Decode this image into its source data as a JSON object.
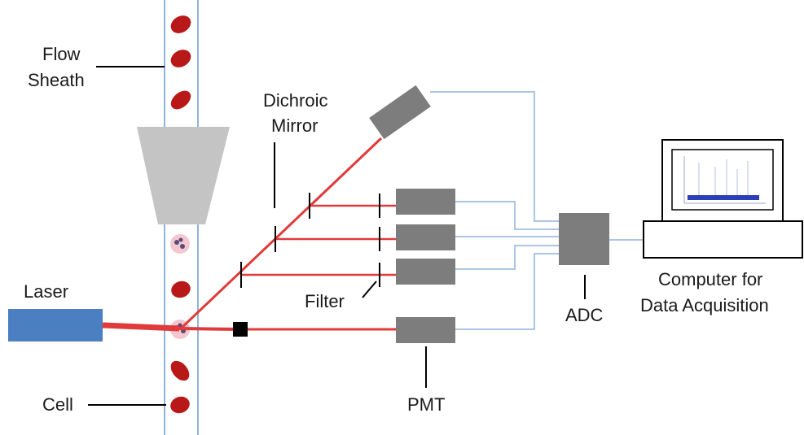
{
  "labels": {
    "flow_sheath_1": "Flow",
    "flow_sheath_2": "Sheath",
    "dichroic_1": "Dichroic",
    "dichroic_2": "Mirror",
    "laser": "Laser",
    "cell": "Cell",
    "filter": "Filter",
    "pmt": "PMT",
    "adc": "ADC",
    "computer_1": "Computer for",
    "computer_2": "Data Acquisition"
  },
  "colors": {
    "laser_body": "#4a7fc1",
    "laser_beam": "#e03a3a",
    "detector": "#7d7d7d",
    "wire": "#8fb3d9",
    "cell_red": "#b81818",
    "sheath_edge": "#8fb3d9",
    "nozzle": "#c4c4c4",
    "screen_signal": "#2a3fb8"
  },
  "icons": {
    "laser": "laser-source",
    "pmt": "photomultiplier-tube",
    "adc": "analog-digital-converter",
    "computer": "monitor-icon"
  }
}
